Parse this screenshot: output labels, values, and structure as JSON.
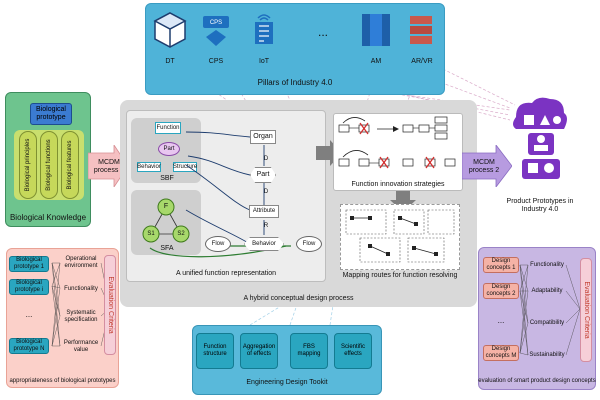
{
  "pillars": {
    "title": "Pillars of Industry 4.0",
    "items": [
      {
        "label": "DT",
        "icon": "cube-icon"
      },
      {
        "label": "CPS",
        "icon": "cps-gear-icon"
      },
      {
        "label": "IoT",
        "icon": "iot-chip-icon"
      },
      {
        "label": "...",
        "icon": ""
      },
      {
        "label": "AM",
        "icon": "am-printer-icon"
      },
      {
        "label": "AR/VR",
        "icon": "arvr-icon"
      }
    ],
    "cps_badge": "CPS"
  },
  "biological": {
    "top": "Biological prototype",
    "pillars": [
      "Biological principles",
      "Biological functions",
      "Biological features"
    ],
    "caption": "Biological Knowledge"
  },
  "appropriateness": {
    "prototypes": [
      "Biological prototype 1",
      "Biological prototype i",
      "...",
      "Biological prototype N"
    ],
    "criteria": [
      "Operational environment",
      "Functionality",
      "Systematic specification",
      "Performance value"
    ],
    "eval_label": "Evaluation Criteria",
    "caption": "appropriateness of biological prototypes"
  },
  "mcdm1": "MCDM process 1",
  "mcdm2": "MCDM process 2",
  "unified": {
    "sbf": {
      "function": "Function",
      "part": "Part",
      "behavior": "Behavior",
      "structure": "Structure",
      "label": "SBF"
    },
    "sfa": {
      "f": "F",
      "s1": "S1",
      "s2": "S2",
      "label": "SFA"
    },
    "chain": {
      "organ": "Organ",
      "part": "Part",
      "attribute": "Attribute",
      "behavior": "Behavior",
      "d1": "D",
      "d2": "D",
      "r": "R"
    },
    "flow_left": "Flow",
    "flow_right": "Flow",
    "caption": "A unified function representation"
  },
  "innovation_caption": "Function innovation strategies",
  "mapping_caption": "Mapping routes for function resolving",
  "hybrid_caption": "A hybrid conceptual design process",
  "toolkit": {
    "items": [
      "Function structure",
      "Aggregation of effects",
      "FBS mapping",
      "Scientific effects"
    ],
    "caption": "Engineering Design Tookit"
  },
  "prototypes_label": "Product Prototypes in Industry 4.0",
  "smart": {
    "concepts": [
      "Design concepts 1",
      "Design concepts 2",
      "...",
      "Design concepts M"
    ],
    "criteria": [
      "Functionality",
      "Adaptability",
      "Compatibility",
      "Sustainability"
    ],
    "eval_label": "Evaluation Criteria",
    "caption": "evaluation of smart product design concepts"
  },
  "colors": {
    "pillars_bg": "#4fb3d8",
    "bio_bg": "#6ec48e",
    "approp_bg": "#fbd0c9",
    "smart_bg": "#c8b7e3",
    "prototype_purple": "#7b33c2",
    "tool_teal": "#2aa6c0"
  }
}
